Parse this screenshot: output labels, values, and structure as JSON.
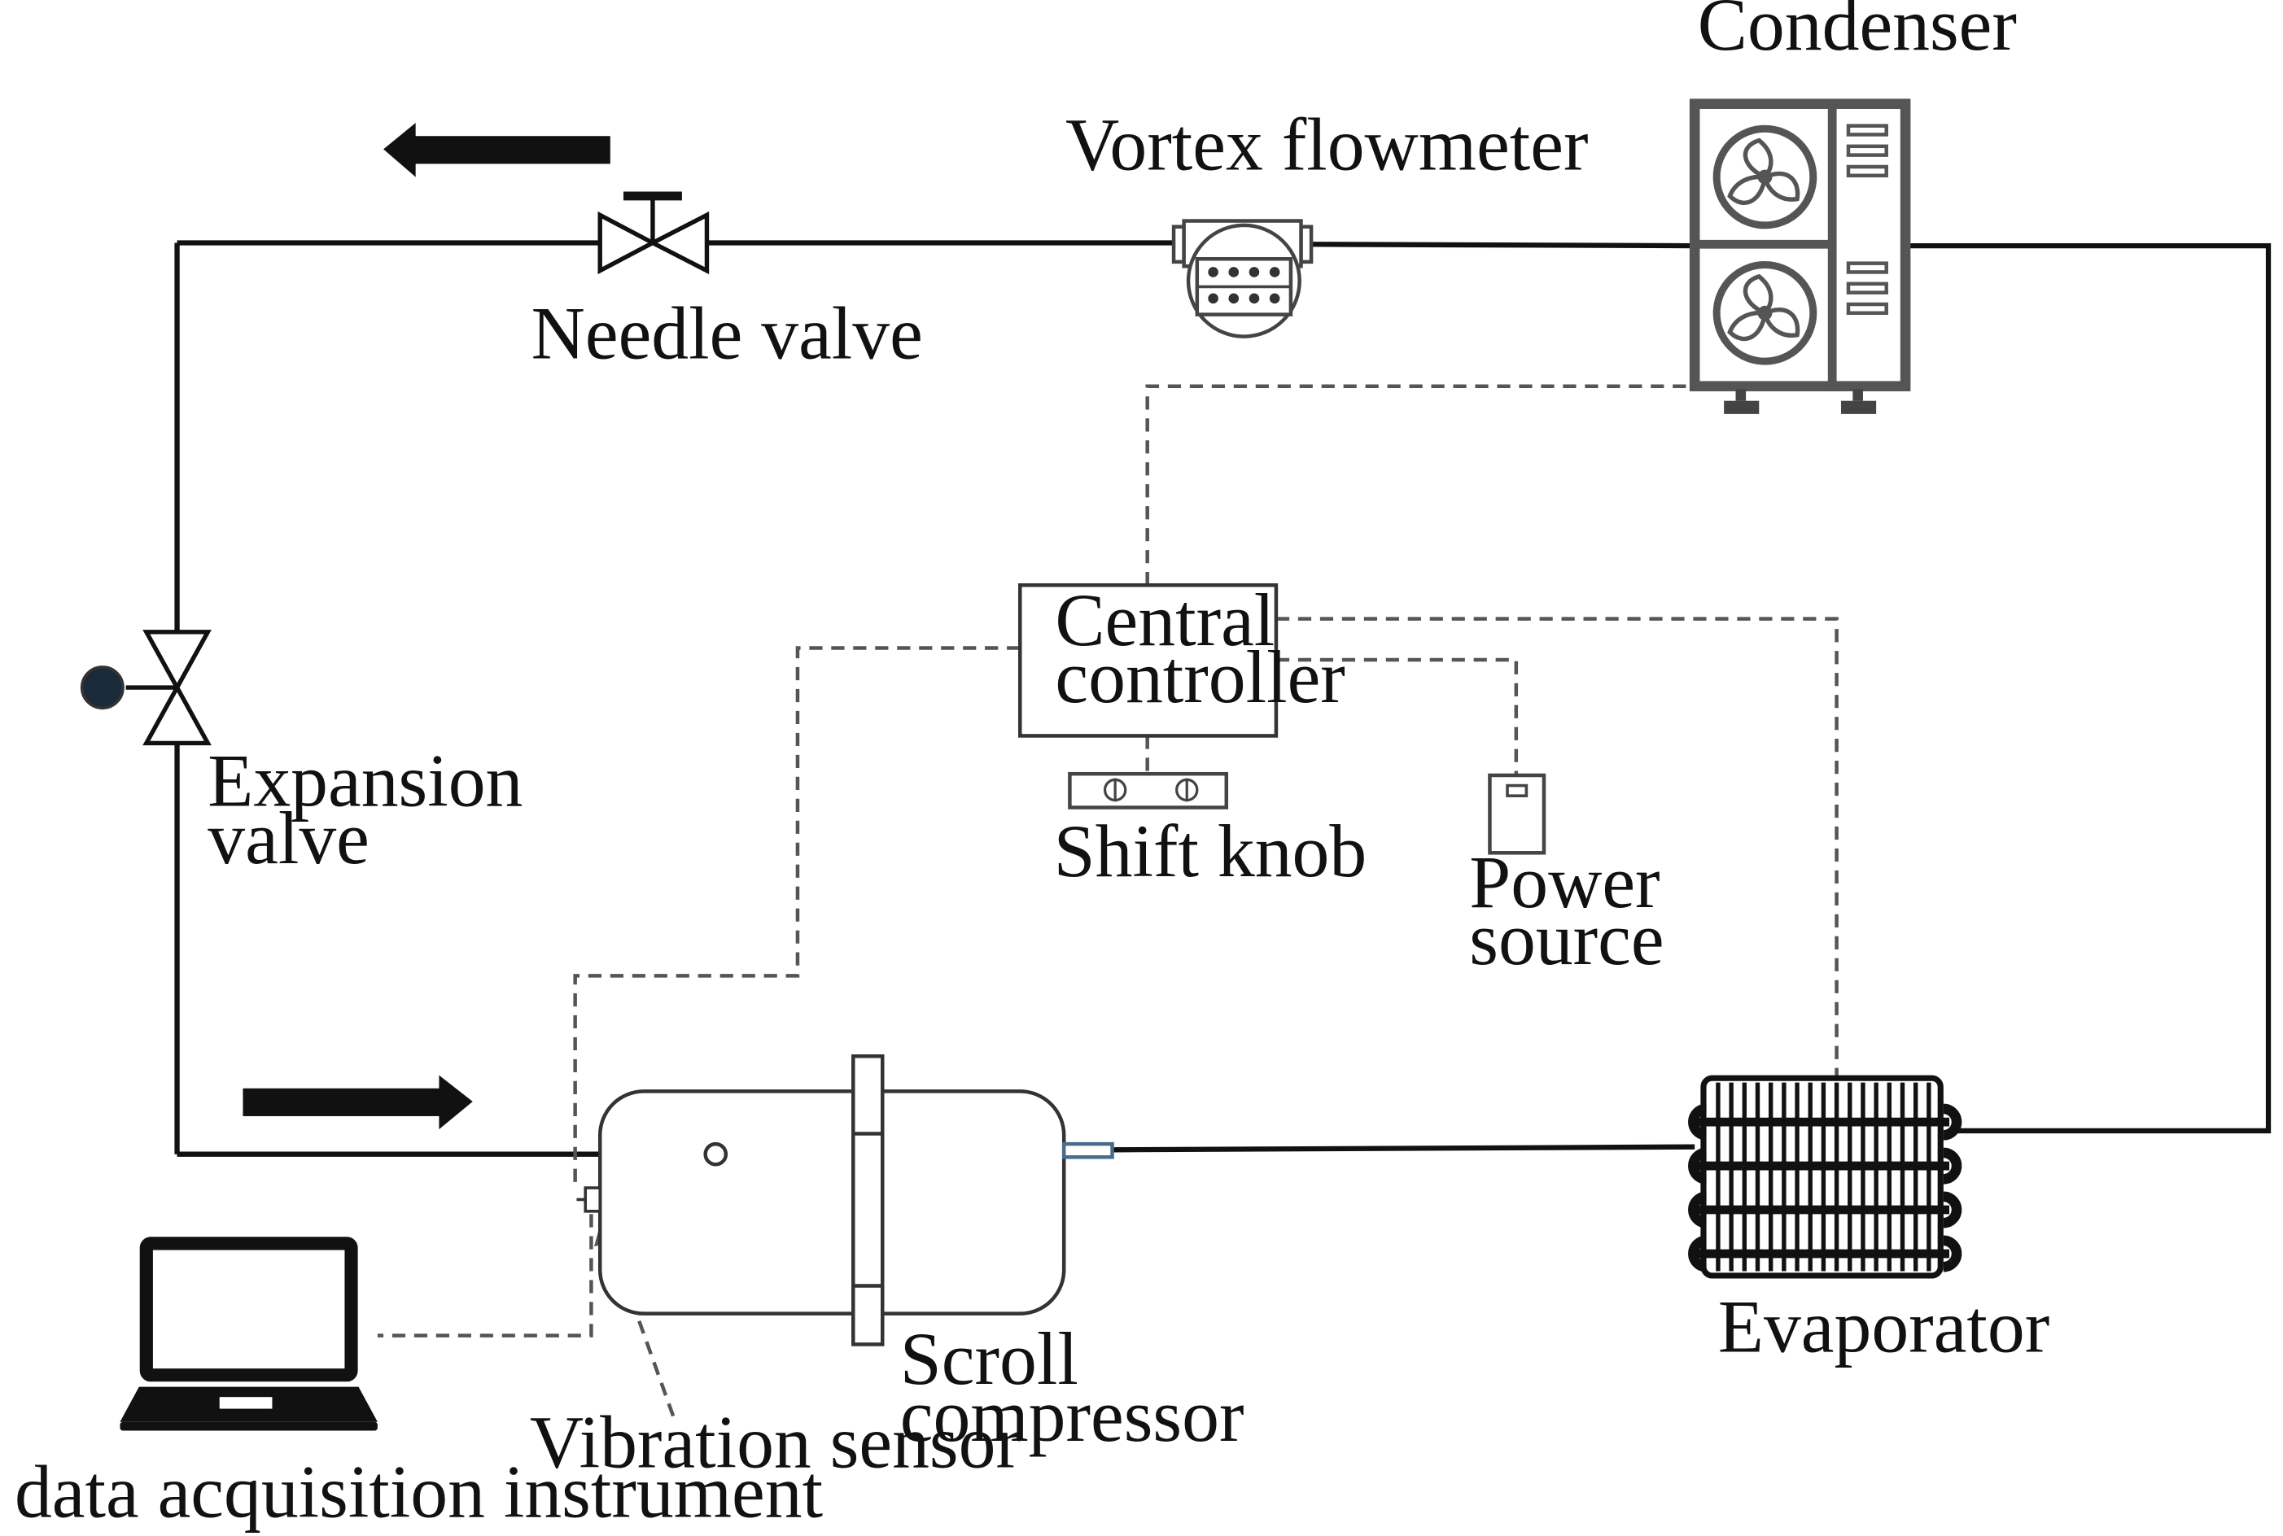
{
  "labels": {
    "condenser": "Condenser",
    "vortex_flowmeter": "Vortex flowmeter",
    "needle_valve": "Needle valve",
    "expansion_valve_line1": "Expansion",
    "expansion_valve_line2": "valve",
    "central_controller_line1": "Central",
    "central_controller_line2": "controller",
    "shift_knob": "Shift knob",
    "power_source_line1": "Power",
    "power_source_line2": "source",
    "scroll_compressor_line1": "Scroll",
    "scroll_compressor_line2": "compressor",
    "evaporator": "Evaporator",
    "vibration_sensor": "Vibration sensor",
    "data_acquisition_instrument": "data acquisition instrument"
  },
  "colors": {
    "pipe": "#111111",
    "signal_line": "#555555",
    "equipment_body": "#555555",
    "equipment_fill": "#ffffff",
    "sensor_dot": "#1b2a3a"
  },
  "flow_arrows": {
    "top_direction": "left",
    "bottom_direction": "right"
  }
}
